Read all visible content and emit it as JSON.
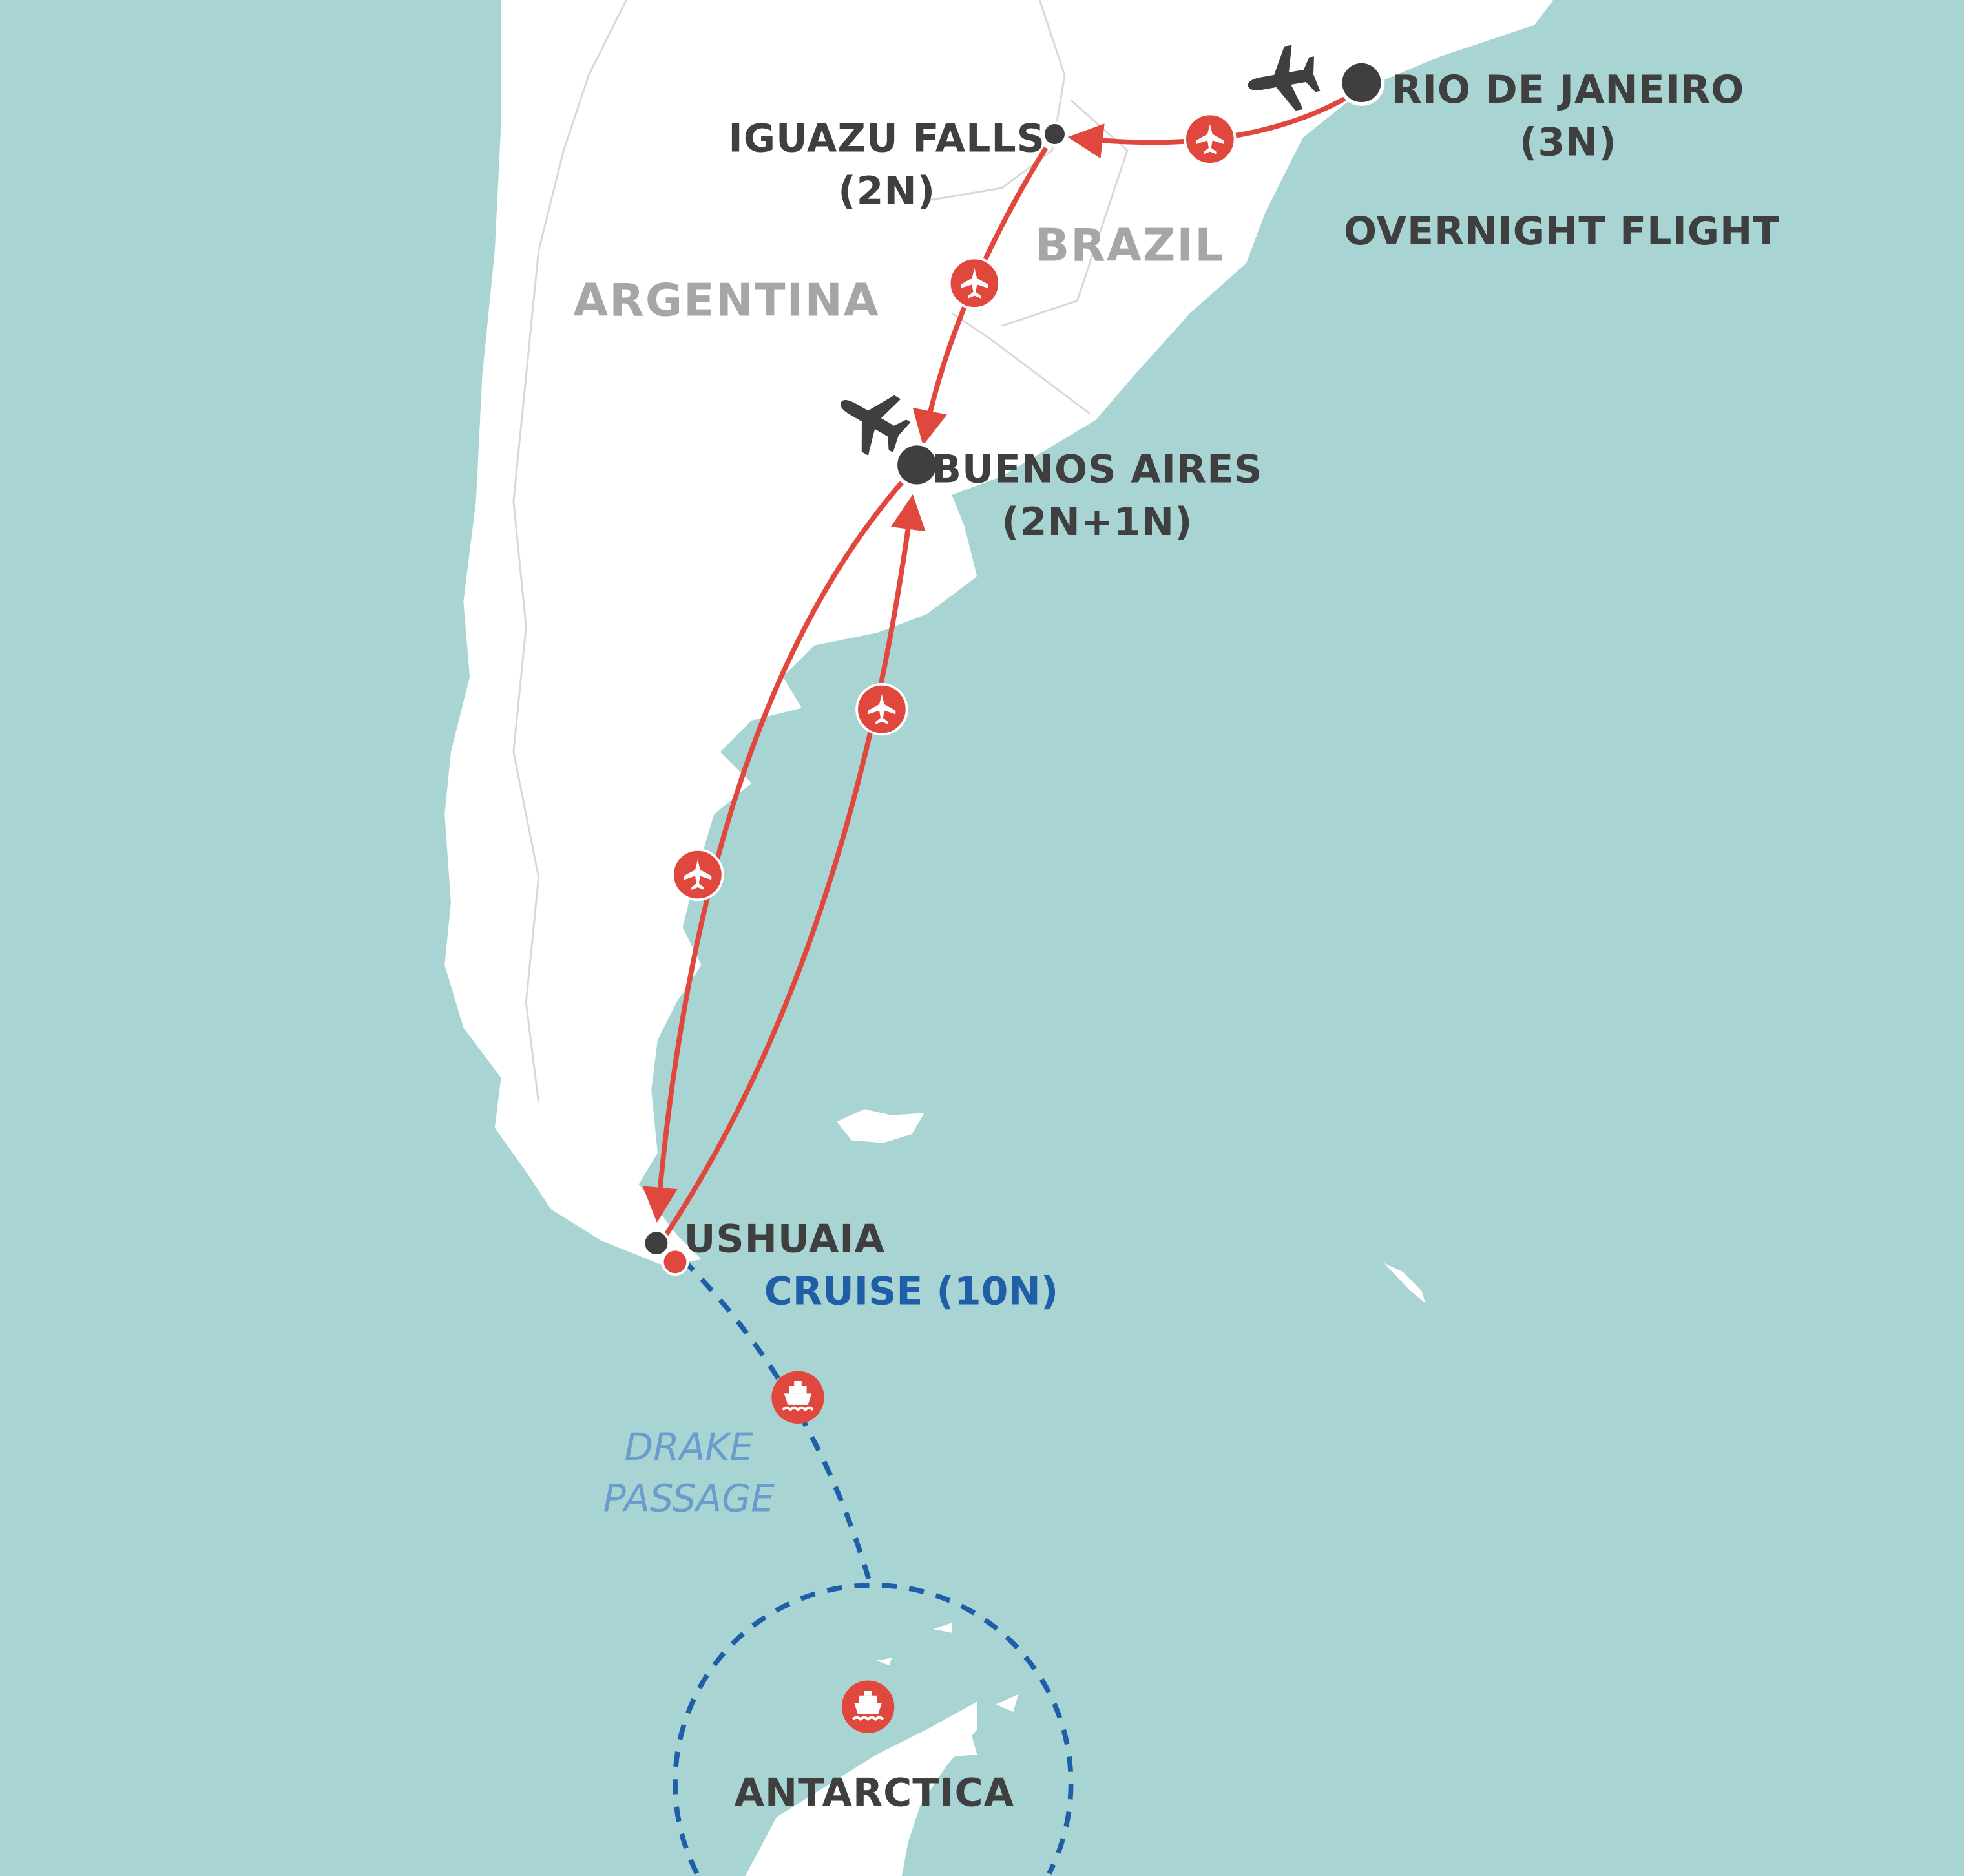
{
  "map": {
    "colors": {
      "sea": "#a8d5d3",
      "land": "#ffffff",
      "route": "#e0483e",
      "cruise": "#1f5fa8",
      "label": "#3f3f3f",
      "country": "#a6a6a6"
    },
    "countries": [
      {
        "name": "ARGENTINA"
      },
      {
        "name": "BRAZIL"
      }
    ],
    "places": {
      "rio": {
        "name": "RIO DE JANEIRO",
        "nights": "(3N)"
      },
      "iguazu": {
        "name": "IGUAZU FALLS",
        "nights": "(2N)"
      },
      "buenos_aires": {
        "name": "BUENOS AIRES",
        "nights": "(2N+1N)"
      },
      "ushuaia": {
        "name": "USHUAIA"
      },
      "antarctica": {
        "name": "ANTARCTICA"
      }
    },
    "notes": {
      "overnight": "OVERNIGHT FLIGHT",
      "cruise": "CRUISE (10N)"
    },
    "sea_labels": {
      "line1": "DRAKE",
      "line2": "PASSAGE"
    },
    "icons": [
      "plane-icon",
      "flight-marker-icon",
      "ship-marker-icon"
    ]
  }
}
